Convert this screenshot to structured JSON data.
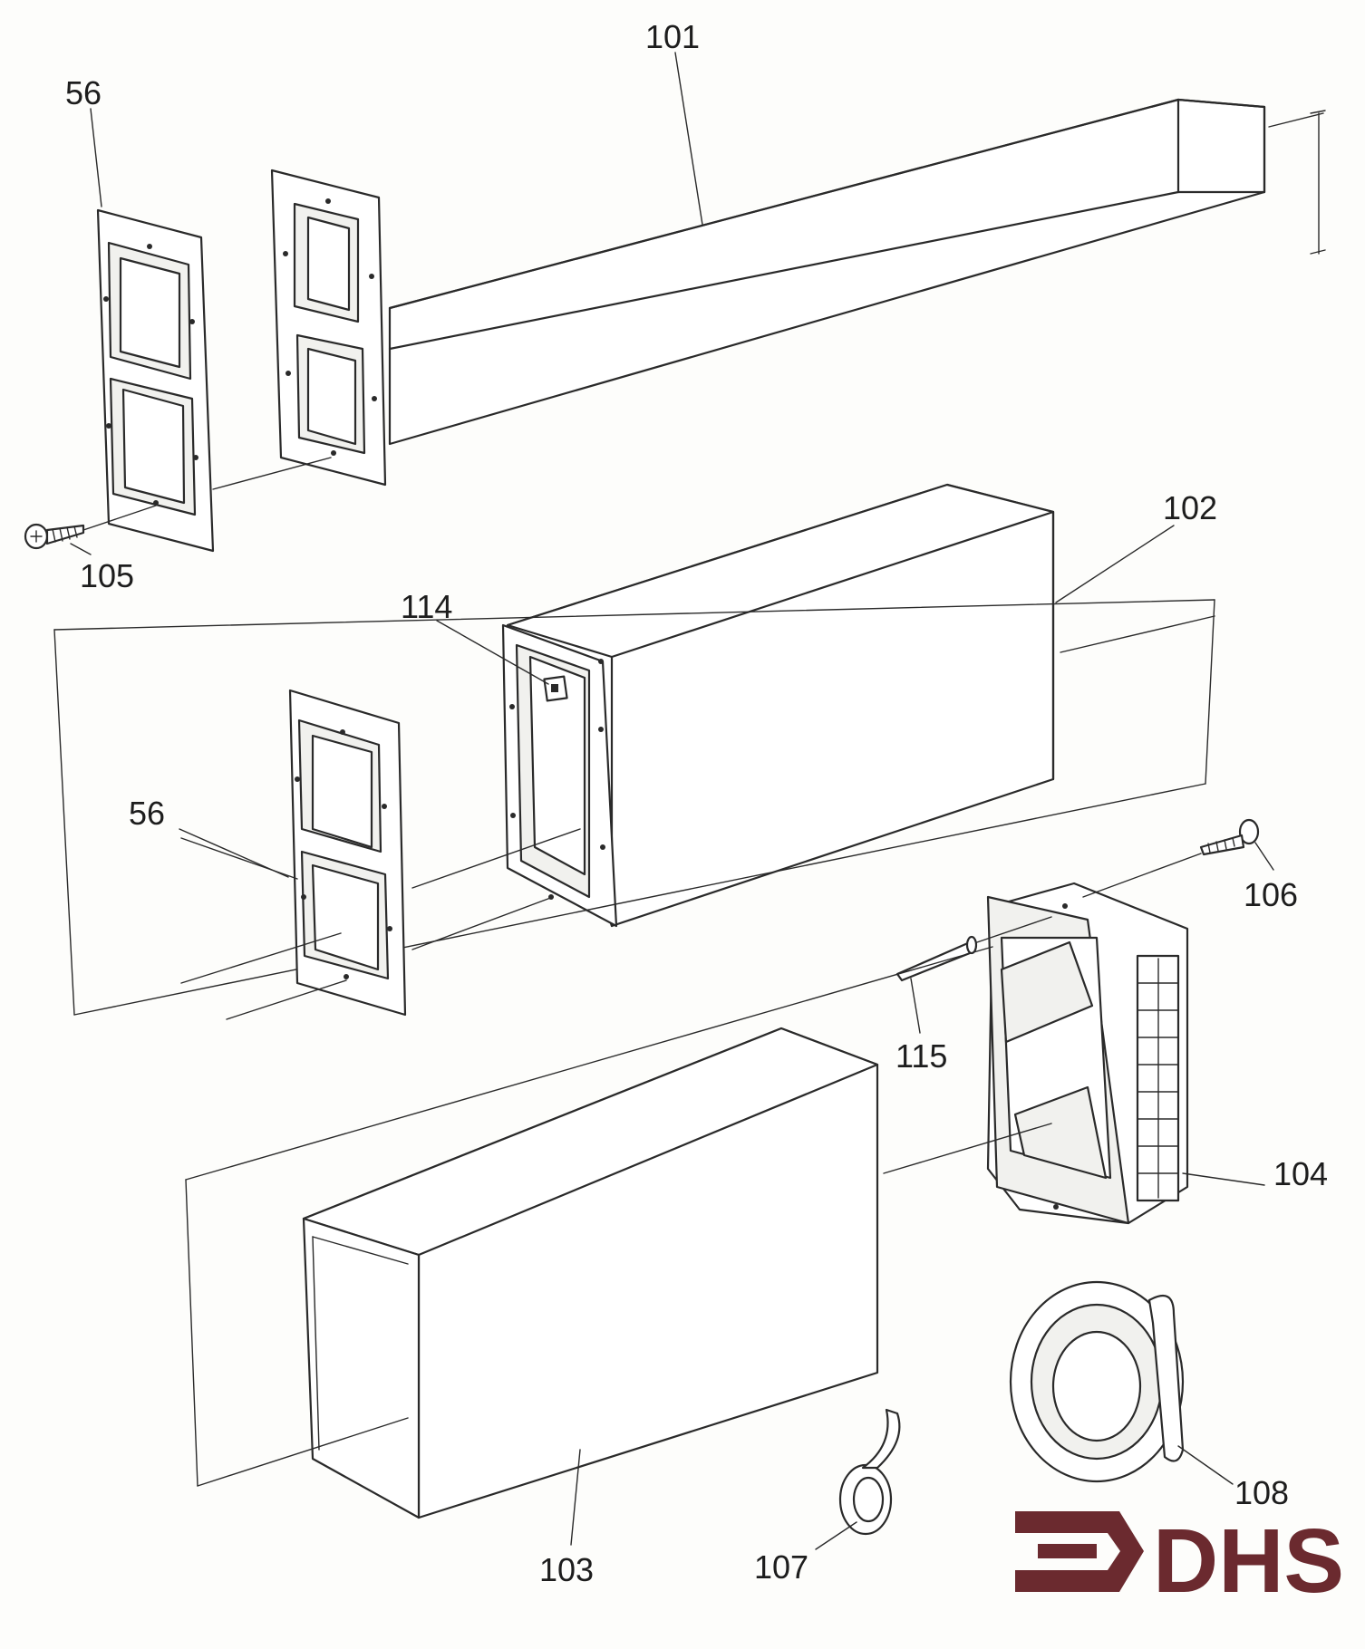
{
  "diagram": {
    "labels": {
      "p101": "101",
      "p56_top": "56",
      "p105": "105",
      "p102": "102",
      "p114": "114",
      "p56_mid": "56",
      "p106": "106",
      "p115": "115",
      "p104": "104",
      "p103": "103",
      "p107": "107",
      "p108": "108"
    },
    "logo": {
      "text": "DHS",
      "color": "#6b2a2f"
    }
  }
}
